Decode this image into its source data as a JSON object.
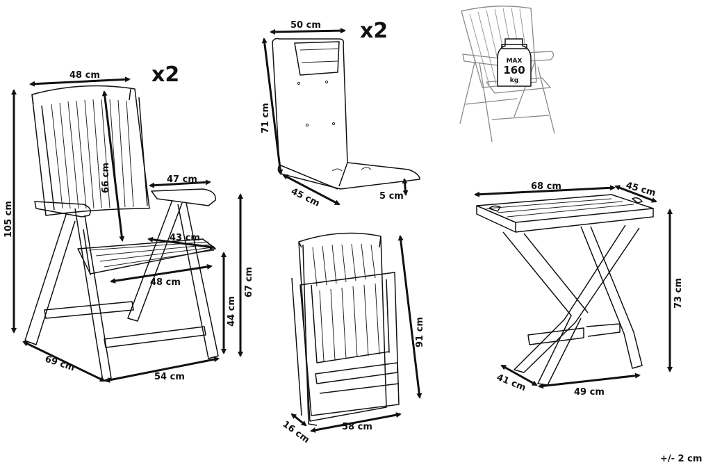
{
  "chair": {
    "quantity": "x2",
    "back_width": "48 cm",
    "back_height": "66 cm",
    "armrest_length": "47 cm",
    "seat_depth": "43 cm",
    "seat_width": "48 cm",
    "total_height": "105 cm",
    "depth": "69 cm",
    "width": "54 cm",
    "seat_height": "44 cm",
    "armrest_height": "67 cm"
  },
  "cushion": {
    "quantity": "x2",
    "width": "50 cm",
    "height": "71 cm",
    "seat_depth": "45 cm",
    "thickness": "5 cm"
  },
  "load": {
    "max_label": "MAX",
    "value": "160",
    "unit": "kg"
  },
  "folded_chair": {
    "height": "91 cm",
    "thickness": "16 cm",
    "width": "58 cm"
  },
  "table": {
    "length": "68 cm",
    "width": "45 cm",
    "height": "73 cm",
    "base_depth": "41 cm",
    "base_width": "49 cm"
  },
  "tolerance": "+/- 2 cm"
}
